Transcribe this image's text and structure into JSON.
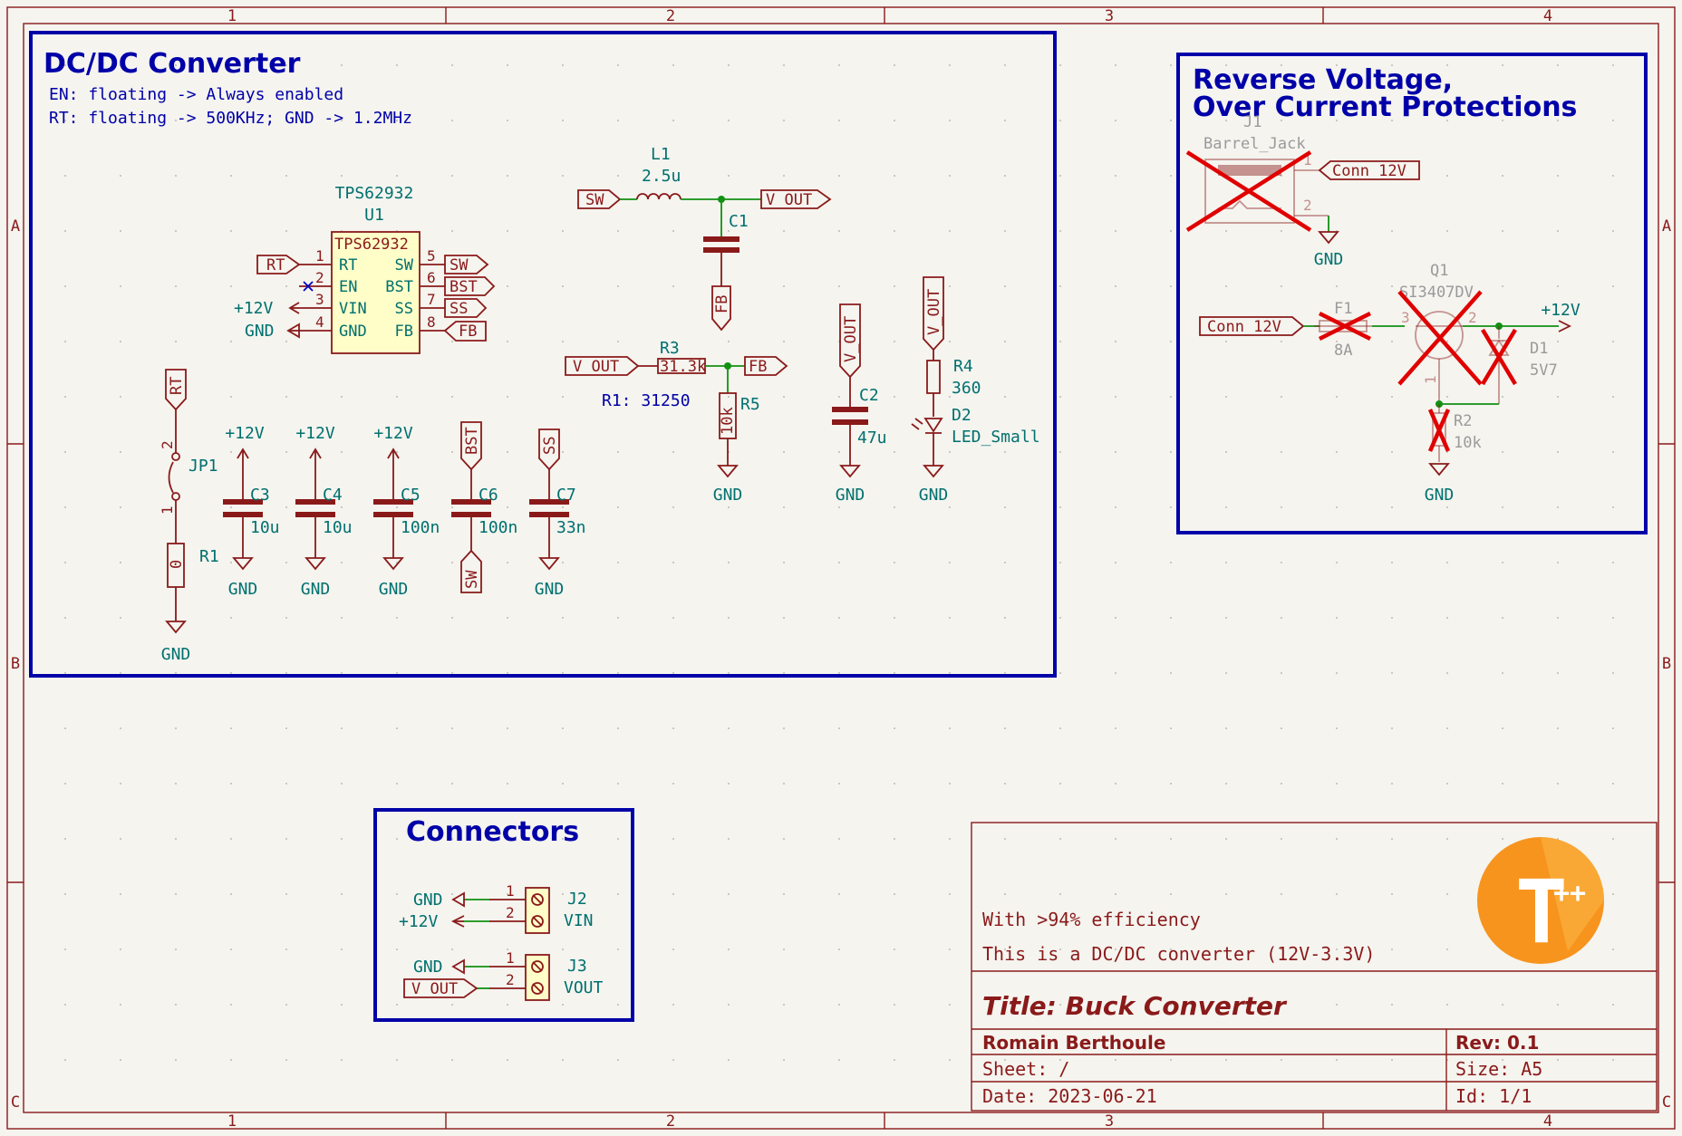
{
  "frame": {
    "columns": [
      "1",
      "2",
      "3",
      "4"
    ],
    "rows": [
      "A",
      "B",
      "C"
    ]
  },
  "dcdc": {
    "title": "DC/DC Converter",
    "notes": [
      "EN: floating -> Always enabled",
      "RT: floating -> 500KHz; GND -> 1.2MHz"
    ],
    "u1": {
      "value": "TPS62932",
      "ref": "U1",
      "body_label": "TPS62932",
      "pins_left": [
        {
          "num": "1",
          "name": "RT"
        },
        {
          "num": "2",
          "name": "EN"
        },
        {
          "num": "3",
          "name": "VIN"
        },
        {
          "num": "4",
          "name": "GND"
        }
      ],
      "pins_right": [
        {
          "num": "5",
          "name": "SW"
        },
        {
          "num": "6",
          "name": "BST"
        },
        {
          "num": "7",
          "name": "SS"
        },
        {
          "num": "8",
          "name": "FB"
        }
      ]
    },
    "l1": {
      "ref": "L1",
      "value": "2.5u"
    },
    "c1": {
      "ref": "C1"
    },
    "r3": {
      "ref": "R3",
      "value": "31.3k"
    },
    "r1_note": "R1: 31250",
    "r5": {
      "ref": "R5",
      "value": "10k"
    },
    "c2": {
      "ref": "C2",
      "value": "47u"
    },
    "r4": {
      "ref": "R4",
      "value": "360"
    },
    "d2": {
      "ref": "D2",
      "value": "LED_Small"
    },
    "jp1": {
      "ref": "JP1",
      "pin1": "1",
      "pin2": "2"
    },
    "r1": {
      "ref": "R1",
      "value": "0"
    },
    "caps": [
      {
        "ref": "C3",
        "value": "10u"
      },
      {
        "ref": "C4",
        "value": "10u"
      },
      {
        "ref": "C5",
        "value": "100n"
      },
      {
        "ref": "C6",
        "value": "100n"
      },
      {
        "ref": "C7",
        "value": "33n"
      }
    ]
  },
  "labels": {
    "rt": "RT",
    "sw": "SW",
    "bst": "BST",
    "ss": "SS",
    "fb": "FB",
    "vout": "V_OUT",
    "conn12": "Conn_12V"
  },
  "power": {
    "p12": "+12V",
    "gnd": "GND"
  },
  "protection": {
    "title_line1": "Reverse Voltage,",
    "title_line2": "Over Current Protections",
    "j1": {
      "ref": "J1",
      "value": "Barrel_Jack",
      "pin1": "1",
      "pin2": "2"
    },
    "f1": {
      "ref": "F1",
      "value": "8A"
    },
    "q1": {
      "ref": "Q1",
      "value": "SI3407DV",
      "pin1": "1",
      "pin2": "2",
      "pin3": "3"
    },
    "d1": {
      "ref": "D1",
      "value": "5V7"
    },
    "r2": {
      "ref": "R2",
      "value": "10k"
    }
  },
  "connectors": {
    "title": "Connectors",
    "j2": {
      "ref": "J2",
      "value": "VIN",
      "pin1": "1",
      "pin2": "2"
    },
    "j3": {
      "ref": "J3",
      "value": "VOUT",
      "pin1": "1",
      "pin2": "2"
    }
  },
  "title_block": {
    "comment1": "With >94% efficiency",
    "comment2": "This is a DC/DC converter (12V-3.3V)",
    "title": "Title: Buck Converter",
    "author": "Romain Berthoule",
    "rev": "Rev: 0.1",
    "sheet": "Sheet: /",
    "size": "Size: A5",
    "date": "Date: 2023-06-21",
    "id": "Id: 1/1",
    "logo_letter": "T",
    "logo_plus": "++",
    "logo_color": "#f7941d"
  }
}
